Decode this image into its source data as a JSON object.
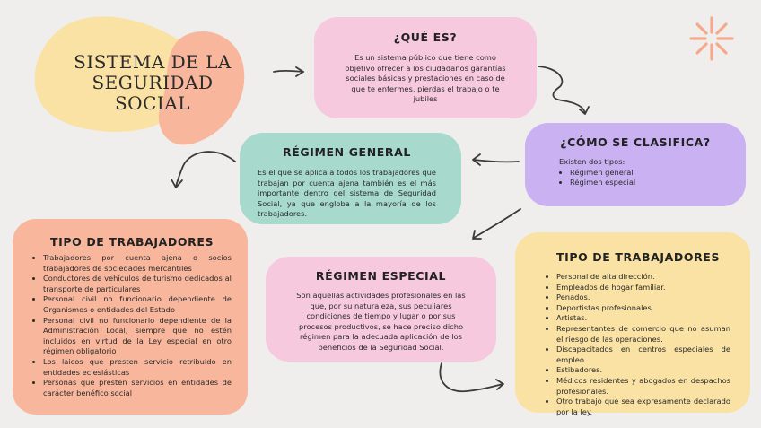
{
  "title": "SISTEMA DE LA SEGURIDAD SOCIAL",
  "que_es": {
    "heading": "¿QUÉ ES?",
    "text": "Es un sistema público que tiene como objetivo ofrecer a los ciudadanos garantías sociales básicas y prestaciones en caso de que te enfermes, pierdas el trabajo o te jubiles"
  },
  "clasifica": {
    "heading": "¿CÓMO SE CLASIFICA?",
    "intro": "Existen dos tipos:",
    "items": [
      "Régimen general",
      "Régimen especial"
    ]
  },
  "general": {
    "heading": "RÉGIMEN GENERAL",
    "text": "Es el que se aplica a todos los trabajadores que trabajan por cuenta ajena también es el más importante dentro del sistema de Seguridad Social, ya que engloba a la mayoría de los trabajadores."
  },
  "tipo_general": {
    "heading": "TIPO DE TRABAJADORES",
    "items": [
      "Trabajadores por cuenta ajena o socios trabajadores de sociedades mercantiles",
      "Conductores de vehículos de turismo dedicados al transporte de particulares",
      "Personal civil no funcionario dependiente de Organismos o entidades del Estado",
      "Personal civil no funcionario dependiente de la Administración Local, siempre que no estén incluidos en virtud de la Ley especial en otro régimen obligatorio",
      "Los laicos que presten servicio retribuido en entidades eclesiásticas",
      "Personas que presten servicios en entidades de carácter benéfico social"
    ]
  },
  "especial": {
    "heading": "RÉGIMEN ESPECIAL",
    "text": "Son aquellas actividades profesionales en las que, por su naturaleza, sus peculiares condiciones de tiempo y lugar o por sus procesos productivos, se hace preciso dicho régimen para la adecuada aplicación de los beneficios de la Seguridad Social."
  },
  "tipo_especial": {
    "heading": "TIPO DE TRABAJADORES",
    "items": [
      "Personal de alta dirección.",
      "Empleados de hogar familiar.",
      "Penados.",
      "Deportistas profesionales.",
      "Artistas.",
      "Representantes de comercio que no asuman el riesgo de las operaciones.",
      "Discapacitados en centros especiales de empleo.",
      "Estibadores.",
      "Médicos residentes y abogados en despachos profesionales.",
      "Otro trabajo que sea expresamente declarado por la ley."
    ]
  },
  "colors": {
    "background": "#efeeec",
    "pink": "#f7c9df",
    "lavender": "#c9b1f2",
    "mint": "#a7d9cd",
    "peach": "#f8b79d",
    "yellow": "#f9e2a3",
    "sun": "#f6a88a"
  }
}
